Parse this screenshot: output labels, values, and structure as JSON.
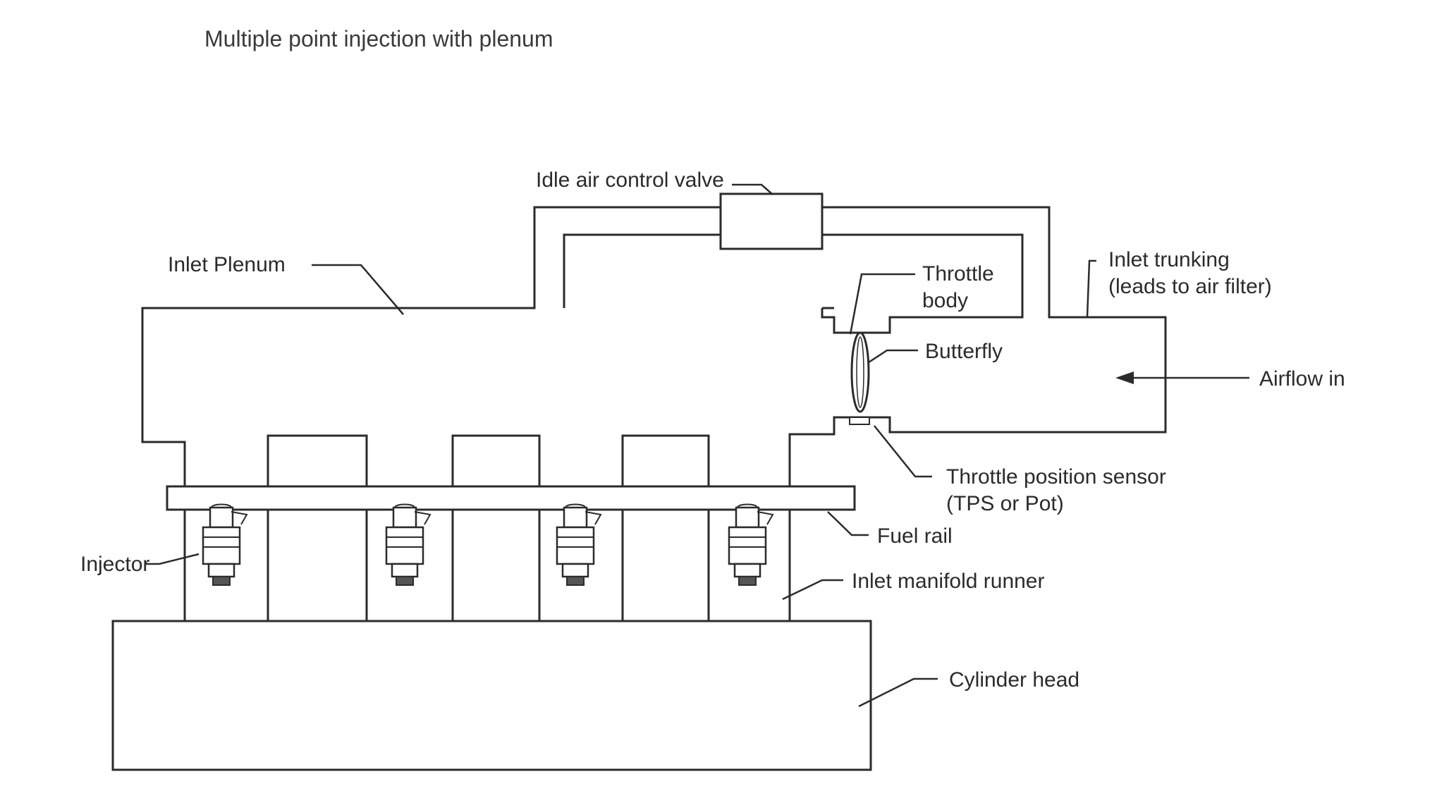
{
  "title": "Multiple point injection with plenum",
  "labels": {
    "idle_air_control_valve": "Idle air control valve",
    "inlet_plenum": "Inlet Plenum",
    "inlet_trunking_1": "Inlet trunking",
    "inlet_trunking_2": "(leads to air filter)",
    "throttle_body_1": "Throttle",
    "throttle_body_2": "body",
    "butterfly": "Butterfly",
    "airflow_in": "Airflow in",
    "tps_1": "Throttle position sensor",
    "tps_2": "(TPS or Pot)",
    "fuel_rail": "Fuel rail",
    "injector": "Injector",
    "inlet_manifold_runner": "Inlet manifold runner",
    "cylinder_head": "Cylinder head"
  }
}
